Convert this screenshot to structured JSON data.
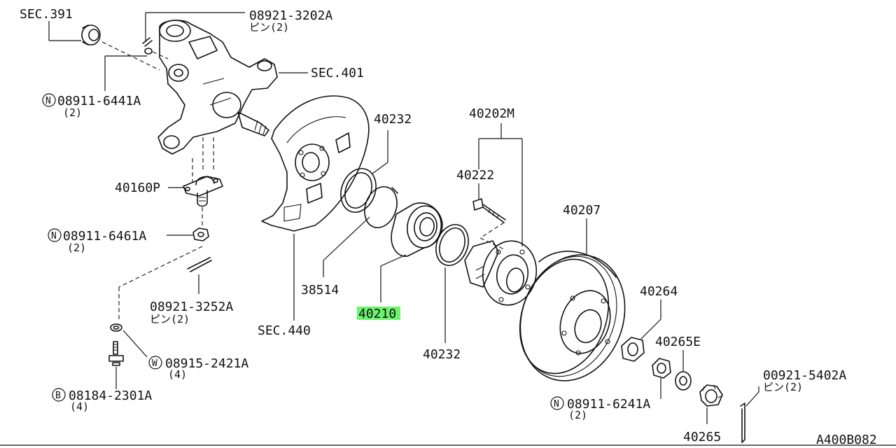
{
  "diagram": {
    "ref_code": "A400B082",
    "labels": {
      "sec391": "SEC.391",
      "pin_a": "08921-3202A",
      "pin_a_sub": "ピン(2)",
      "sec401": "SEC.401",
      "nut_a": "08911-6441A",
      "nut_a_qty": "(2)",
      "nut_a_prefix": "N",
      "balljoint": "40160P",
      "nut_b": "08911-6461A",
      "nut_b_qty": "(2)",
      "nut_b_prefix": "N",
      "pin_b": "08921-3252A",
      "pin_b_sub": "ピン(2)",
      "washer": "08915-2421A",
      "washer_qty": "(4)",
      "washer_prefix": "W",
      "bolt": "08184-2301A",
      "bolt_qty": "(4)",
      "bolt_prefix": "B",
      "sec440": "SEC.440",
      "seal_38514": "38514",
      "bearing_40210": "40210",
      "snap_top": "40232",
      "snap_bottom": "40232",
      "hub_assy": "40202M",
      "hub_bolt": "40222",
      "rotor": "40207",
      "washer_40264": "40264",
      "nut_40265e": "40265E",
      "nut_c": "08911-6241A",
      "nut_c_qty": "(2)",
      "nut_c_prefix": "N",
      "nut_40265": "40265",
      "pin_c": "00921-5402A",
      "pin_c_sub": "ピン(2)"
    },
    "highlight_color": "#6cf36c"
  }
}
